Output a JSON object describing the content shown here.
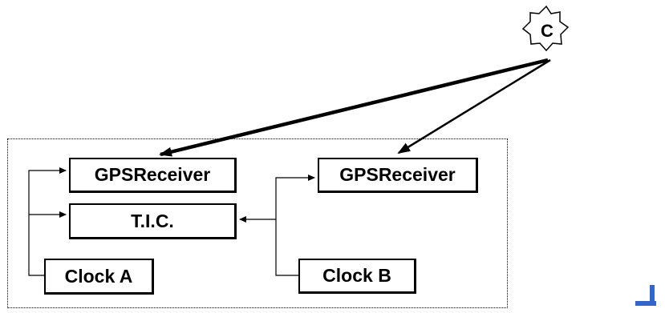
{
  "diagram": {
    "title": "",
    "nodes": {
      "gps_receiver_a": "GPSReceiver",
      "gps_receiver_b": "GPSReceiver",
      "tic": "T.I.C.",
      "clock_a": "Clock A",
      "clock_b": "Clock B",
      "common_view_source": "C"
    },
    "colors": {
      "line": "#000000",
      "corner_mark": "#3366cc"
    },
    "icons": {
      "source": "star-icon",
      "corner": "corner-mark-icon"
    }
  }
}
